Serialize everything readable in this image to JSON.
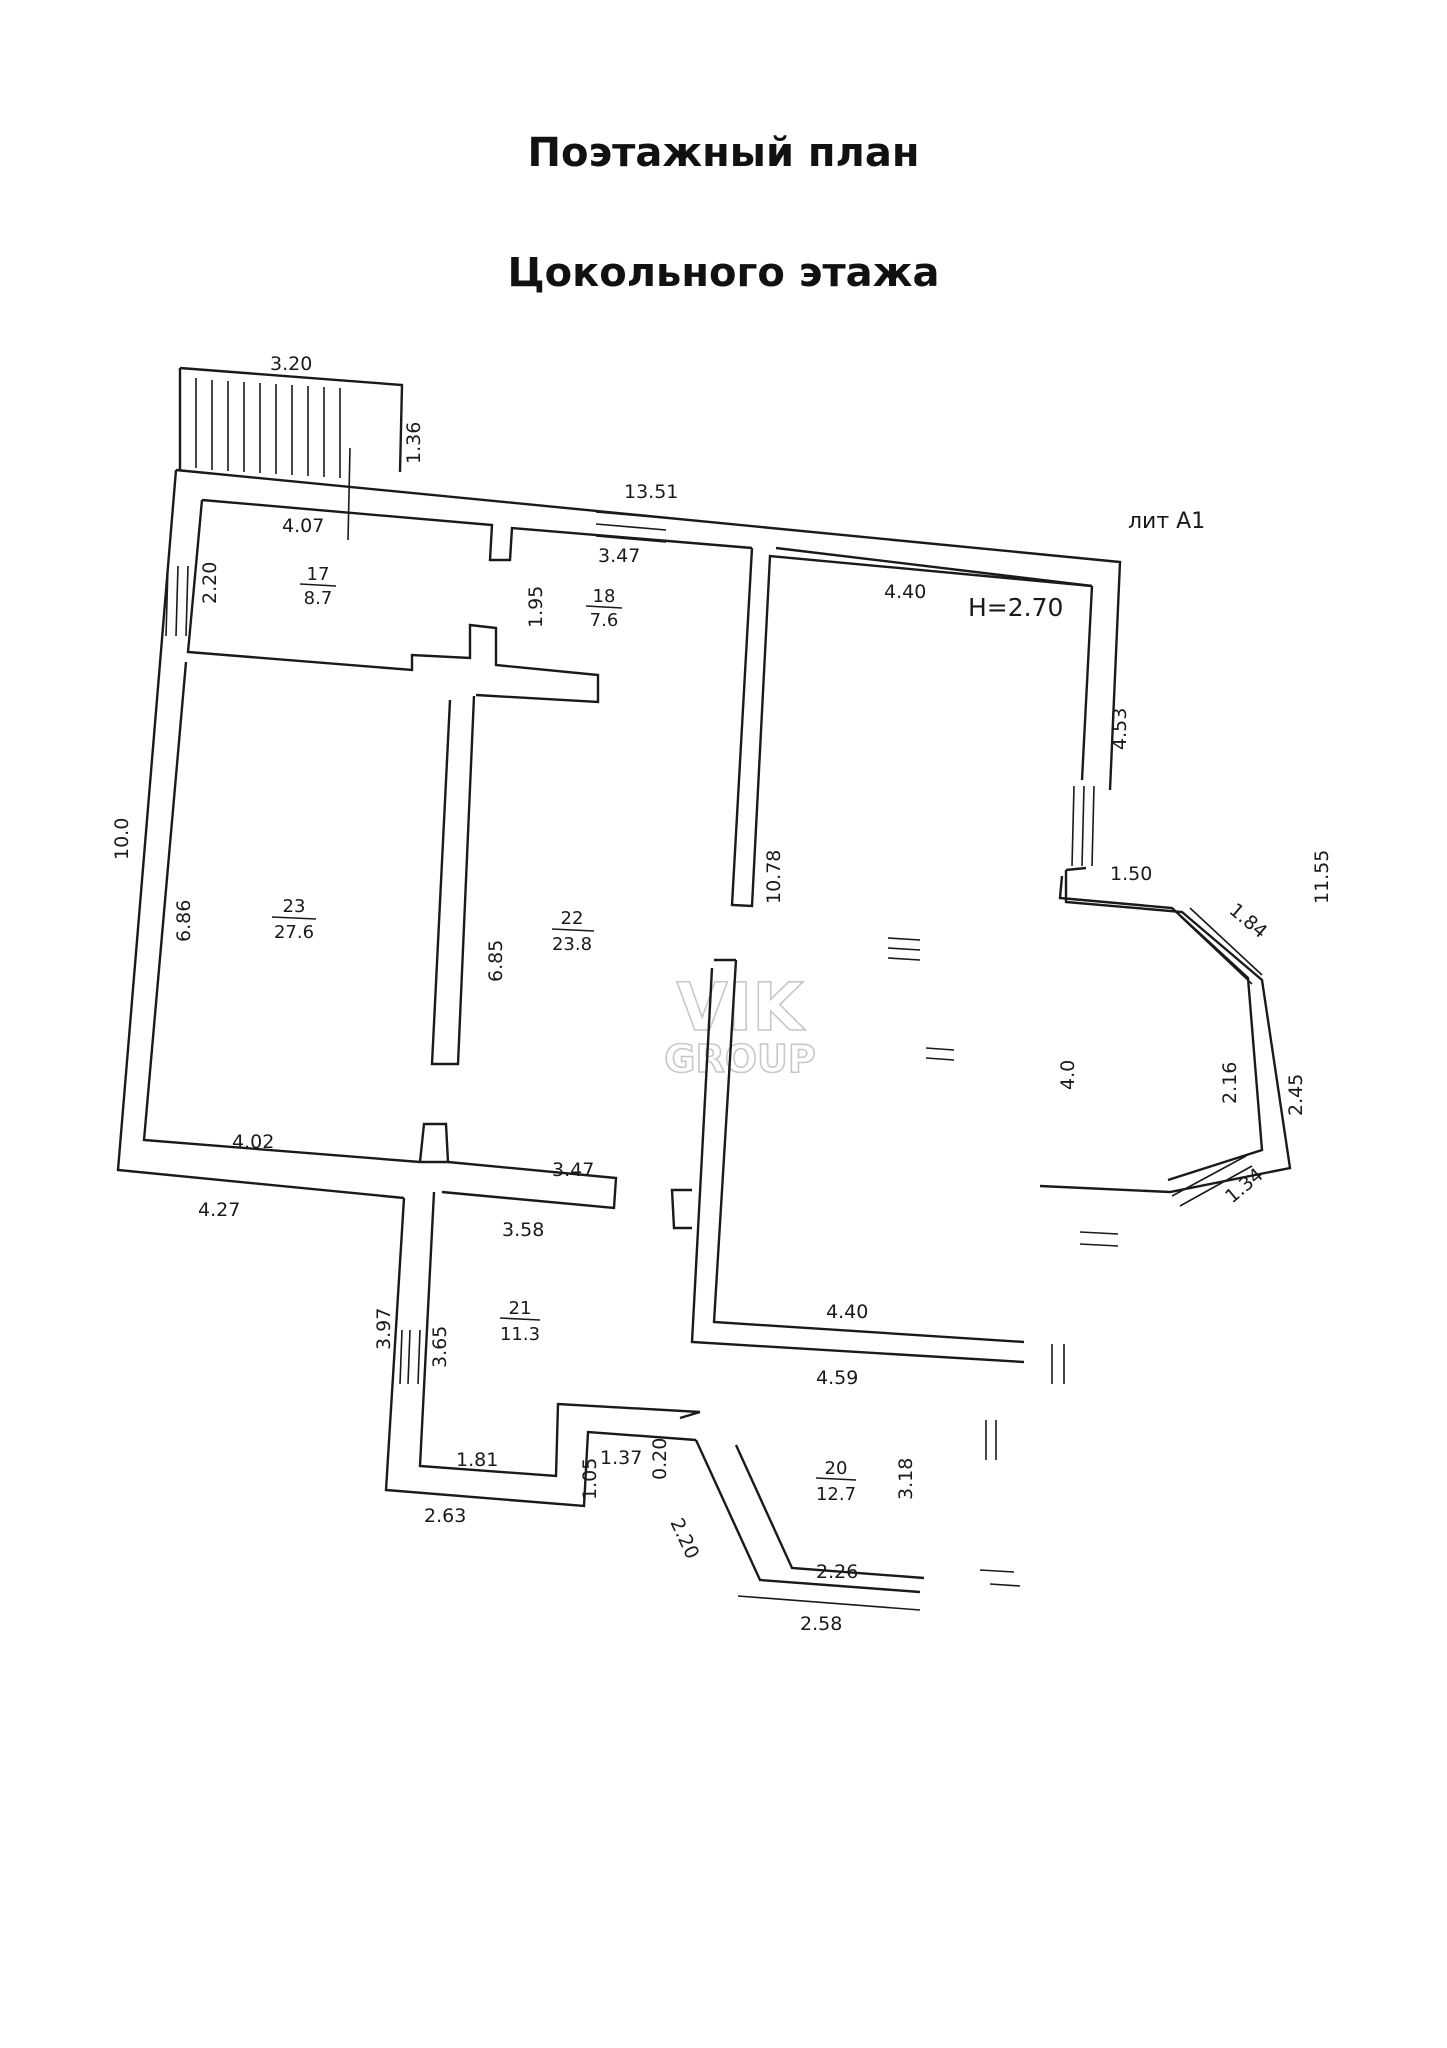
{
  "title": {
    "line1": "Поэтажный план",
    "line2": "Цокольного этажа"
  },
  "plan": {
    "lit": "лит А1",
    "height": "H=2.70",
    "watermark": {
      "top": "VIK",
      "bottom": "GROUP"
    },
    "rooms": [
      {
        "id": "room-17",
        "number": "17",
        "area": "8.7"
      },
      {
        "id": "room-18",
        "number": "18",
        "area": "7.6"
      },
      {
        "id": "room-20",
        "number": "20",
        "area": "12.7"
      },
      {
        "id": "room-21",
        "number": "21",
        "area": "11.3"
      },
      {
        "id": "room-22",
        "number": "22",
        "area": "23.8"
      },
      {
        "id": "room-23",
        "number": "23",
        "area": "27.6"
      }
    ],
    "dimensions": [
      "3.20",
      "1.36",
      "13.51",
      "4.07",
      "3.47",
      "2.20",
      "1.95",
      "4.40",
      "4.53",
      "10.0",
      "6.86",
      "6.85",
      "10.78",
      "1.50",
      "11.55",
      "1.84",
      "2.16",
      "2.45",
      "4.0",
      "4.02",
      "3.47",
      "4.27",
      "3.58",
      "1.34",
      "3.97",
      "3.65",
      "4.40",
      "4.59",
      "1.81",
      "1.37",
      "0.20",
      "1.05",
      "3.18",
      "2.63",
      "2.20",
      "2.26",
      "2.58"
    ]
  }
}
